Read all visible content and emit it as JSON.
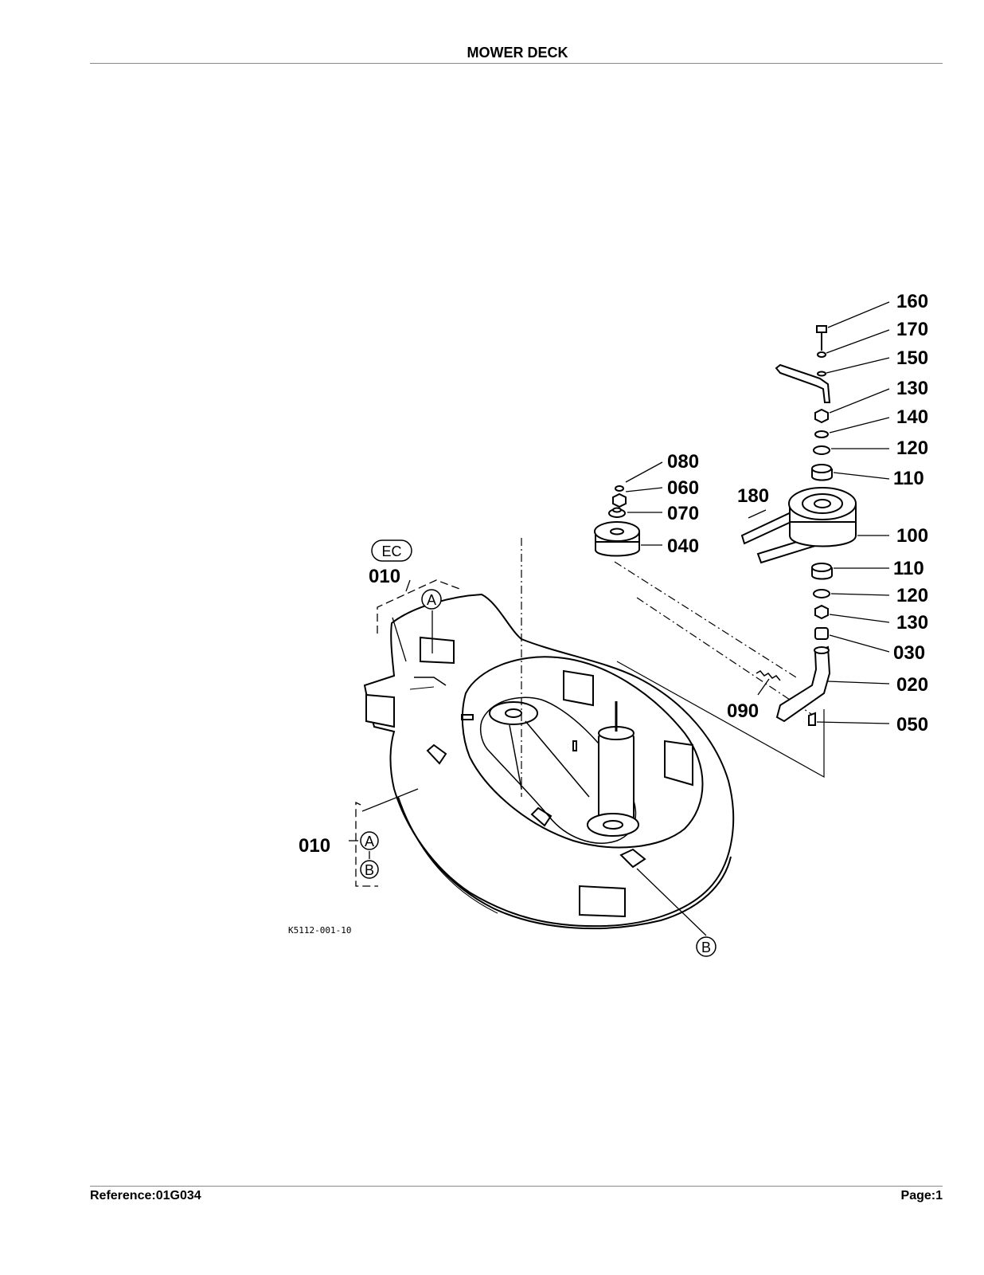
{
  "header": {
    "title": "MOWER DECK"
  },
  "footer": {
    "reference": "Reference:01G034",
    "page": "Page:1"
  },
  "diagram": {
    "figure_code": "K5112-001-10",
    "callouts": {
      "ec": "EC",
      "a": "A",
      "b": "B"
    },
    "labels": {
      "p160": "160",
      "p170": "170",
      "p150": "150",
      "p130_top": "130",
      "p140": "140",
      "p120_top": "120",
      "p110_top": "110",
      "p180": "180",
      "p100": "100",
      "p110_bot": "110",
      "p120_bot": "120",
      "p130_bot": "130",
      "p030": "030",
      "p020": "020",
      "p050": "050",
      "p090": "090",
      "p080": "080",
      "p060": "060",
      "p070": "070",
      "p040": "040",
      "p010_top": "010",
      "p010_left": "010"
    }
  }
}
